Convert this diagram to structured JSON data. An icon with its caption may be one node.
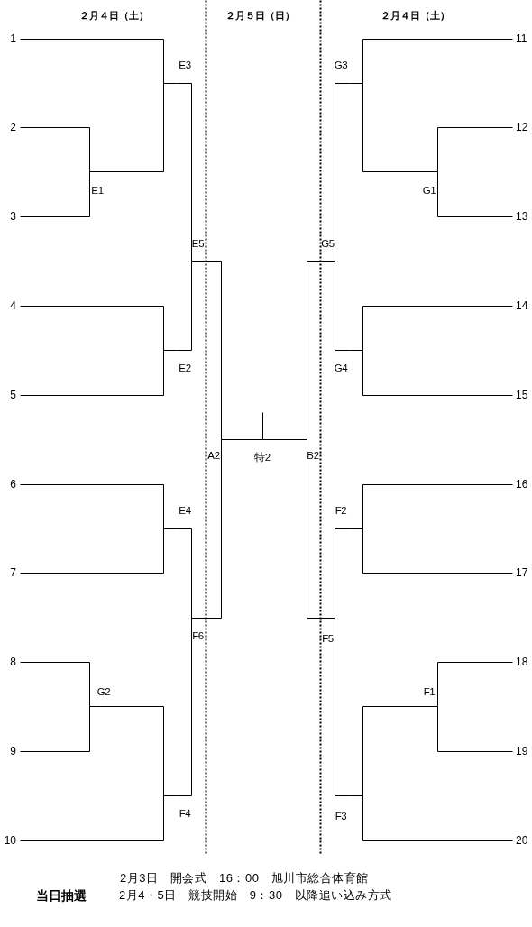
{
  "diagram": {
    "nodes": [
      {
        "text": [
          "1"
        ]
      },
      {
        "text": [
          "2"
        ]
      },
      {
        "text": [
          "3"
        ]
      },
      {
        "text": [
          "4"
        ]
      },
      {
        "text": [
          "5"
        ]
      },
      {
        "text": [
          "6"
        ]
      },
      {
        "text": [
          "7"
        ]
      },
      {
        "text": [
          "8"
        ]
      },
      {
        "text": [
          "9"
        ]
      },
      {
        "text": [
          "10"
        ]
      },
      {
        "text": [
          "11"
        ]
      },
      {
        "text": [
          "12"
        ]
      },
      {
        "text": [
          "13"
        ]
      },
      {
        "text": [
          "14"
        ]
      },
      {
        "text": [
          "15"
        ]
      },
      {
        "text": [
          "16"
        ]
      },
      {
        "text": [
          "17"
        ]
      },
      {
        "text": [
          "18"
        ]
      },
      {
        "text": [
          "19"
        ]
      },
      {
        "text": [
          "20"
        ]
      },
      {
        "text": [
          "E3"
        ]
      },
      {
        "text": [
          "E1"
        ]
      },
      {
        "text": [
          "E5"
        ]
      },
      {
        "text": [
          "E2"
        ]
      },
      {
        "text": [
          "E4"
        ]
      },
      {
        "text": [
          "F6"
        ]
      },
      {
        "text": [
          "G2"
        ]
      },
      {
        "text": [
          "F4"
        ]
      },
      {
        "text": [
          "A2"
        ]
      },
      {
        "text": [
          "特2"
        ]
      },
      {
        "text": [
          "B2"
        ]
      },
      {
        "text": [
          "G3"
        ]
      },
      {
        "text": [
          "G1"
        ]
      },
      {
        "text": [
          "G5"
        ]
      },
      {
        "text": [
          "G4"
        ]
      },
      {
        "text": [
          "F2"
        ]
      },
      {
        "text": [
          "F5"
        ]
      },
      {
        "text": [
          "F1"
        ]
      },
      {
        "text": [
          "F3"
        ]
      }
    ],
    "edges": [
      {
        "from": 0,
        "to": 20,
        "arrow": "none"
      },
      {
        "from": 1,
        "to": 21,
        "arrow": "none"
      },
      {
        "from": 2,
        "to": 21,
        "arrow": "none"
      },
      {
        "from": 21,
        "to": 20,
        "arrow": "none"
      },
      {
        "from": 20,
        "to": 22,
        "arrow": "none"
      },
      {
        "from": 3,
        "to": 23,
        "arrow": "none"
      },
      {
        "from": 4,
        "to": 23,
        "arrow": "none"
      },
      {
        "from": 23,
        "to": 22,
        "arrow": "none"
      },
      {
        "from": 22,
        "to": 28,
        "arrow": "none"
      },
      {
        "from": 5,
        "to": 24,
        "arrow": "none"
      },
      {
        "from": 6,
        "to": 24,
        "arrow": "none"
      },
      {
        "from": 24,
        "to": 25,
        "arrow": "none"
      },
      {
        "from": 7,
        "to": 26,
        "arrow": "none"
      },
      {
        "from": 8,
        "to": 26,
        "arrow": "none"
      },
      {
        "from": 26,
        "to": 27,
        "arrow": "none"
      },
      {
        "from": 9,
        "to": 27,
        "arrow": "none"
      },
      {
        "from": 27,
        "to": 25,
        "arrow": "none"
      },
      {
        "from": 25,
        "to": 28,
        "arrow": "none"
      },
      {
        "from": 28,
        "to": 29,
        "arrow": "none"
      },
      {
        "from": 30,
        "to": 29,
        "arrow": "none"
      },
      {
        "from": 29,
        "to": null,
        "arrow": "none"
      },
      {
        "from": 10,
        "to": 31,
        "arrow": "none"
      },
      {
        "from": 11,
        "to": 32,
        "arrow": "none"
      },
      {
        "from": 12,
        "to": 32,
        "arrow": "none"
      },
      {
        "from": 32,
        "to": 31,
        "arrow": "none"
      },
      {
        "from": 31,
        "to": 33,
        "arrow": "none"
      },
      {
        "from": 13,
        "to": 34,
        "arrow": "none"
      },
      {
        "from": 14,
        "to": 34,
        "arrow": "none"
      },
      {
        "from": 34,
        "to": 33,
        "arrow": "none"
      },
      {
        "from": 33,
        "to": 30,
        "arrow": "none"
      },
      {
        "from": 15,
        "to": 35,
        "arrow": "none"
      },
      {
        "from": 16,
        "to": 35,
        "arrow": "none"
      },
      {
        "from": 35,
        "to": 36,
        "arrow": "none"
      },
      {
        "from": 17,
        "to": 37,
        "arrow": "none"
      },
      {
        "from": 18,
        "to": 37,
        "arrow": "none"
      },
      {
        "from": 37,
        "to": 38,
        "arrow": "none"
      },
      {
        "from": 19,
        "to": 38,
        "arrow": "none"
      },
      {
        "from": 38,
        "to": 36,
        "arrow": "none"
      },
      {
        "from": 36,
        "to": 30,
        "arrow": "none"
      }
    ],
    "labels": [
      "２月４日（土）",
      "２月５日（日）",
      "２月４日（土）",
      "2月3日　開会式　16：00　旭川市総合体育館",
      "当日抽選",
      "2月4・5日　競技開始　9：30　以降追い込み方式"
    ]
  }
}
